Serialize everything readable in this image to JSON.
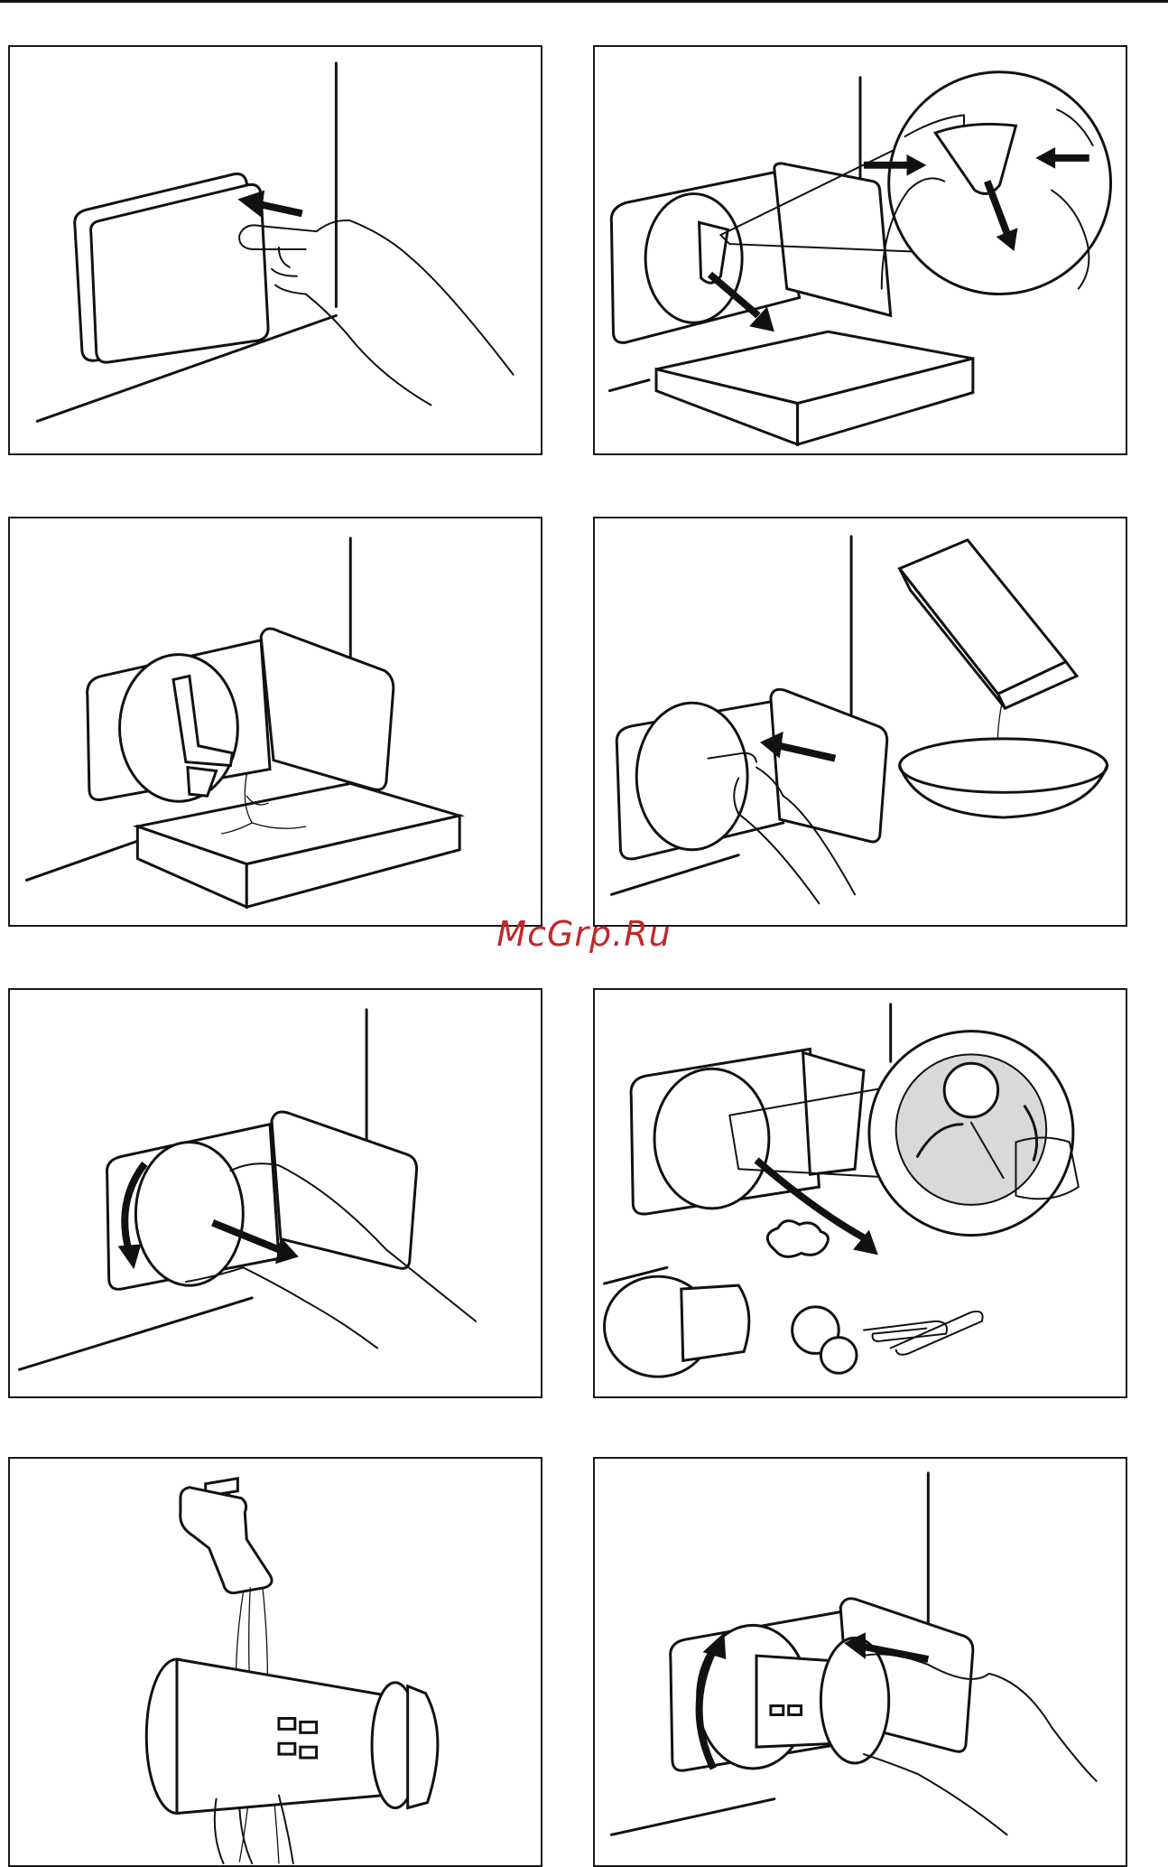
{
  "watermark": "McGrp.Ru",
  "figures": [
    {
      "id": 1,
      "icons": [
        "hand-icon",
        "flap-icon",
        "push-arrow-icon"
      ]
    },
    {
      "id": 2,
      "icons": [
        "drain-hose-icon",
        "tray-icon",
        "magnifier-detail-icon"
      ]
    },
    {
      "id": 3,
      "icons": [
        "drain-cap-icon",
        "tray-icon",
        "water-flow-icon"
      ]
    },
    {
      "id": 4,
      "icons": [
        "hand-icon",
        "tray-icon",
        "bowl-icon"
      ]
    },
    {
      "id": 5,
      "icons": [
        "hand-icon",
        "rotate-arrow-icon",
        "pull-arrow-icon"
      ]
    },
    {
      "id": 6,
      "icons": [
        "filter-icon",
        "coin-icon",
        "paperclip-icon",
        "lint-icon",
        "magnifier-detail-icon"
      ]
    },
    {
      "id": 7,
      "icons": [
        "tap-icon",
        "filter-icon",
        "water-flow-icon"
      ]
    },
    {
      "id": 8,
      "icons": [
        "hand-icon",
        "filter-icon",
        "rotate-arrow-icon",
        "insert-arrow-icon"
      ]
    }
  ]
}
